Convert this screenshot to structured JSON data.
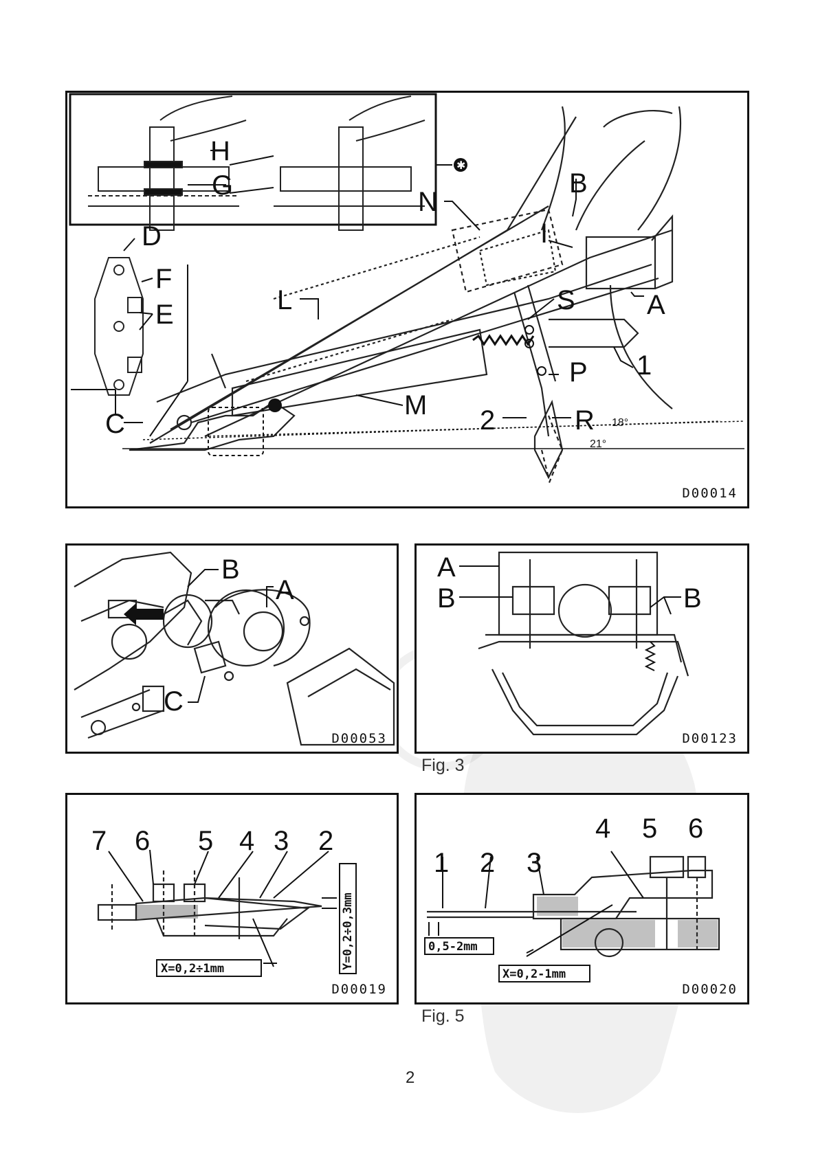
{
  "figures": {
    "main": {
      "code": "D00014",
      "labels": [
        "H",
        "G",
        "N",
        "B",
        "I",
        "D",
        "F",
        "E",
        "L",
        "S",
        "A",
        "C",
        "M",
        "P",
        "1",
        "2",
        "R"
      ],
      "angles": [
        "18°",
        "21°"
      ]
    },
    "fig3_left": {
      "code": "D00053",
      "labels": [
        "B",
        "A",
        "C"
      ]
    },
    "fig3_right": {
      "code": "D00123",
      "labels": [
        "A",
        "B",
        "B"
      ]
    },
    "fig5_left": {
      "code": "D00019",
      "labels": [
        "7",
        "6",
        "5",
        "4",
        "3",
        "2"
      ],
      "dim_x": "X=0,2÷1mm",
      "dim_y": "Y=0,2÷0,3mm"
    },
    "fig5_right": {
      "code": "D00020",
      "labels": [
        "4",
        "5",
        "6",
        "1",
        "2",
        "3"
      ],
      "dim_gap": "0,5-2mm",
      "dim_x": "X=0,2-1mm"
    }
  },
  "captions": {
    "fig3": "Fig. 3",
    "fig5": "Fig. 5"
  },
  "page_number": "2"
}
